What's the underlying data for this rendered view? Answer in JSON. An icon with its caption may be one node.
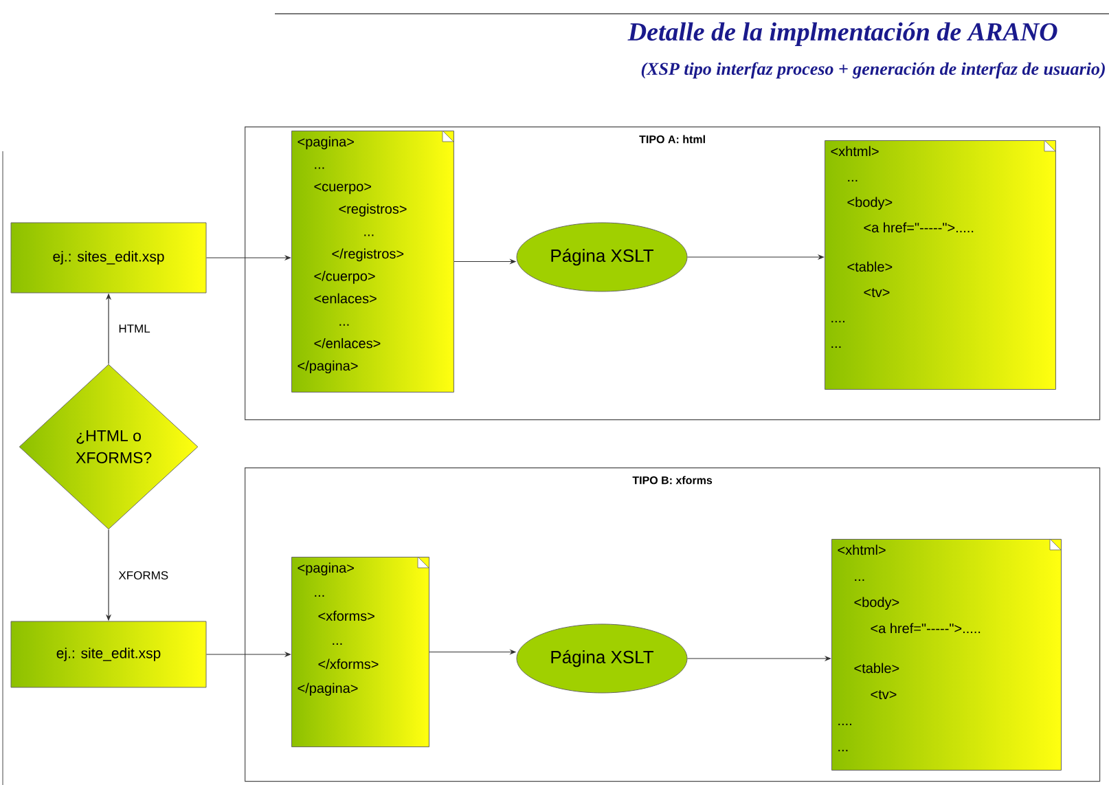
{
  "diagram": {
    "title": "Detalle de la implmentación de ARANO",
    "nodes": [
      {
        "text": [
          "TIPO A: html"
        ]
      },
      {
        "text": [
          "<pagina>",
          "...",
          "<cuerpo>",
          "<registros>",
          "...",
          "</registros>",
          "</cuerpo>",
          "<enlaces>",
          "...",
          "</enlaces>",
          "</pagina>"
        ],
        "in": 0
      },
      {
        "text": [
          "Página XSLT"
        ],
        "in": 0
      },
      {
        "text": [
          "<xhtml>",
          "...",
          "<body>",
          "<a href=\"-----\">.....",
          "<table>",
          "<tv>",
          "....",
          "..."
        ],
        "in": 0
      },
      {
        "text": [
          "TIPO B: xforms"
        ]
      },
      {
        "text": [
          "<pagina>",
          "...",
          "<xforms>",
          "...",
          "</xforms>",
          "</pagina>"
        ],
        "in": 4
      },
      {
        "text": [
          "Página XSLT"
        ],
        "in": 4
      },
      {
        "text": [
          "<xhtml>",
          "...",
          "<body>",
          "<a href=\"-----\">.....",
          "<table>",
          "<tv>",
          "....",
          "..."
        ],
        "in": 4
      },
      {
        "text": [
          "ej.: sites_edit.xsp"
        ]
      },
      {
        "text": [
          "¿HTML o XFORMS?"
        ]
      },
      {
        "text": [
          "ej.: site_edit.xsp"
        ]
      }
    ],
    "edges": [
      {
        "from": 9,
        "to": 8,
        "arrow": "to",
        "label": "HTML"
      },
      {
        "from": 9,
        "to": 10,
        "arrow": "to",
        "label": "XFORMS"
      },
      {
        "from": 8,
        "to": 1,
        "arrow": "to"
      },
      {
        "from": 1,
        "to": 2,
        "arrow": "to"
      },
      {
        "from": 2,
        "to": 3,
        "arrow": "to"
      },
      {
        "from": 10,
        "to": 5,
        "arrow": "to"
      },
      {
        "from": 5,
        "to": 6,
        "arrow": "to"
      },
      {
        "from": 6,
        "to": 7,
        "arrow": "to"
      }
    ],
    "labels": [
      "(XSP tipo interfaz proceso + generación de interfaz de usuario)"
    ]
  }
}
